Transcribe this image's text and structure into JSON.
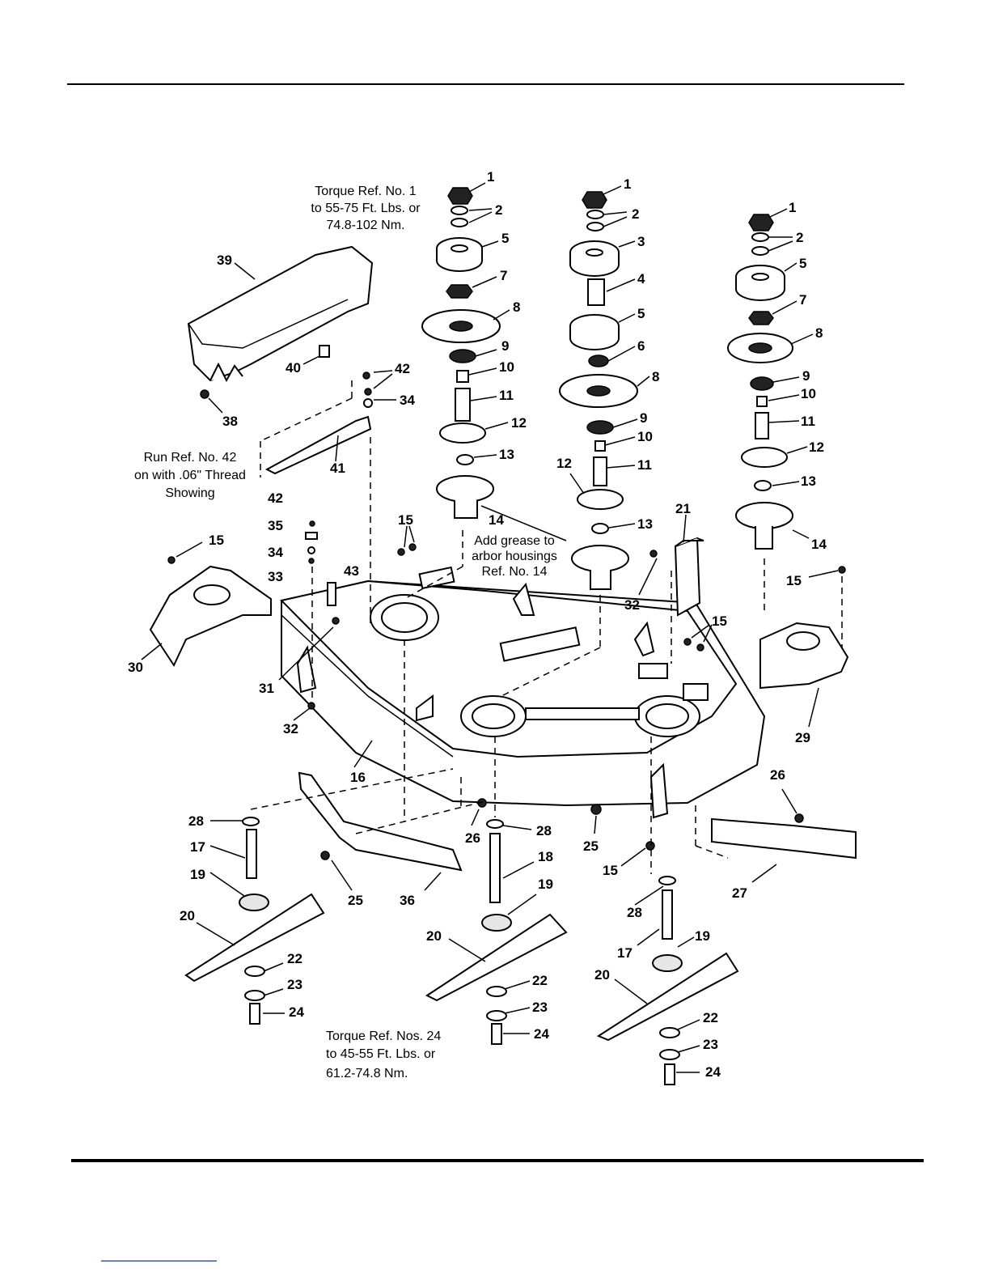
{
  "notes": {
    "torque_1": [
      "Torque Ref. No. 1",
      "to 55-75 Ft. Lbs. or",
      "74.8-102 Nm."
    ],
    "run_42": [
      "Run Ref. No. 42",
      "on with .06\" Thread",
      "Showing"
    ],
    "grease": [
      "Add grease to",
      "arbor housings",
      "Ref. No. 14"
    ],
    "torque_24": [
      "Torque Ref. Nos. 24",
      "to 45-55 Ft. Lbs. or",
      "61.2-74.8 Nm."
    ]
  },
  "labels": {
    "l1a": "1",
    "l2a": "2",
    "l5a": "5",
    "l7a": "7",
    "l8a": "8",
    "l9a": "9",
    "l10a": "10",
    "l11a": "11",
    "l12a": "12",
    "l13a": "13",
    "l14a": "14",
    "l1b": "1",
    "l2b": "2",
    "l3b": "3",
    "l4b": "4",
    "l5b": "5",
    "l6b": "6",
    "l8b": "8",
    "l9b": "9",
    "l10b": "10",
    "l11b": "11",
    "l12b": "12",
    "l13b": "13",
    "l1c": "1",
    "l2c": "2",
    "l5c": "5",
    "l7c": "7",
    "l8c": "8",
    "l9c": "9",
    "l10c": "10",
    "l11c": "11",
    "l12c": "12",
    "l13c": "13",
    "l14c": "14",
    "l39": "39",
    "l40": "40",
    "l38": "38",
    "l42a": "42",
    "l34a": "34",
    "l41": "41",
    "l42b": "42",
    "l35": "35",
    "l34b": "34",
    "l33": "33",
    "l43": "43",
    "l15a": "15",
    "l15b": "15",
    "l15c": "15",
    "l15d": "15",
    "l15e": "15",
    "l30": "30",
    "l31": "31",
    "l32a": "32",
    "l32b": "32",
    "l21": "21",
    "l29": "29",
    "l16": "16",
    "l26a": "26",
    "l26b": "26",
    "l25a": "25",
    "l25b": "25",
    "l27": "27",
    "l36": "36",
    "l28a": "28",
    "l28b": "28",
    "l28c": "28",
    "l17a": "17",
    "l17b": "17",
    "l18": "18",
    "l19a": "19",
    "l19b": "19",
    "l19c": "19",
    "l20a": "20",
    "l20b": "20",
    "l20c": "20",
    "l22a": "22",
    "l22b": "22",
    "l22c": "22",
    "l23a": "23",
    "l23b": "23",
    "l23c": "23",
    "l24a": "24",
    "l24b": "24",
    "l24c": "24"
  }
}
